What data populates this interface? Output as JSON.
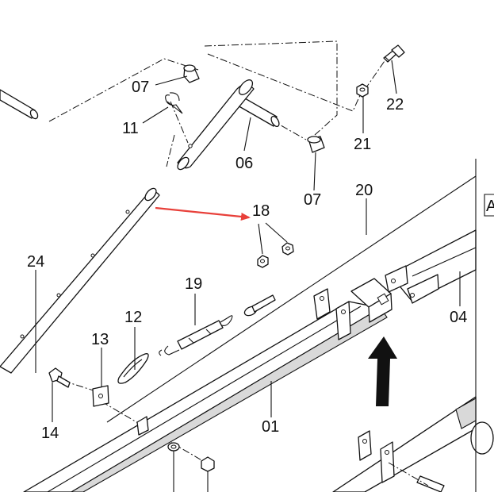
{
  "labels": {
    "p01": "01",
    "p04": "04",
    "p06": "06",
    "p07a": "07",
    "p07b": "07",
    "p11": "11",
    "p12": "12",
    "p13": "13",
    "p14": "14",
    "p18": "18",
    "p19": "19",
    "p20": "20",
    "p21": "21",
    "p22": "22",
    "p24": "24",
    "edge": "A"
  },
  "colors": {
    "line": "#111111",
    "pointer_arrow": "#e8403a",
    "direction_arrow": "#111111"
  }
}
